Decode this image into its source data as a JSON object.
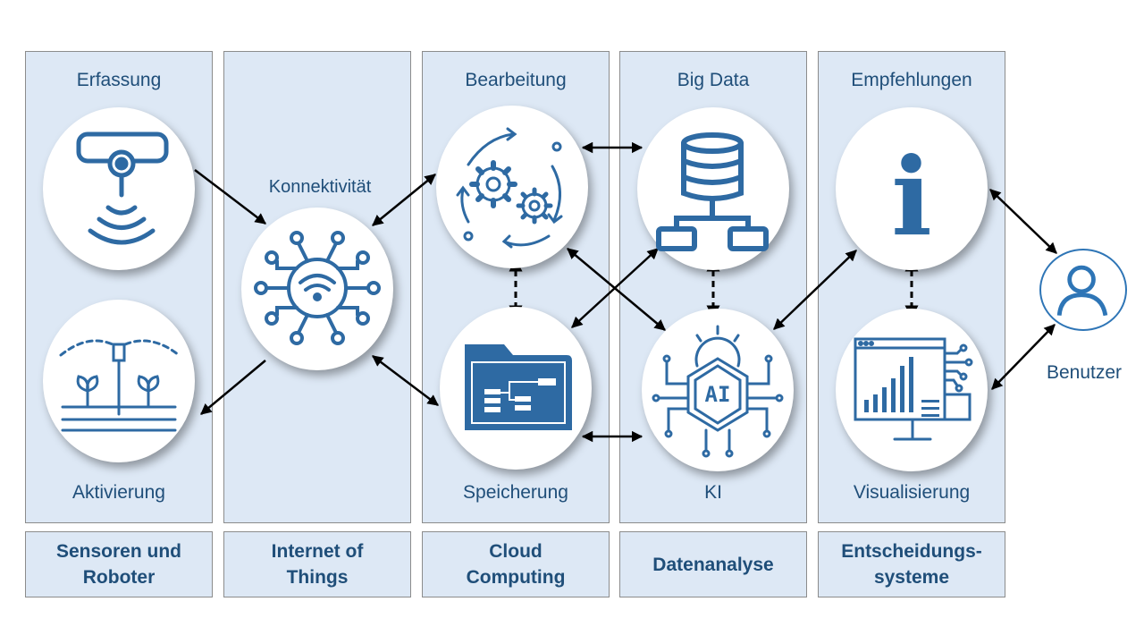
{
  "columns": [
    {
      "footer": "Sensoren und\nRoboter"
    },
    {
      "footer": "Internet of\nThings"
    },
    {
      "footer": "Cloud\nComputing"
    },
    {
      "footer": "Datenanalyse"
    },
    {
      "footer": "Entscheidungs-\nsysteme"
    }
  ],
  "nodes": {
    "erfassung": {
      "label": "Erfassung",
      "icon": "sensor-icon"
    },
    "aktivierung": {
      "label": "Aktivierung",
      "icon": "irrigation-icon"
    },
    "konnektivitaet": {
      "label": "Konnektivität",
      "icon": "iot-network-icon"
    },
    "bearbeitung": {
      "label": "Bearbeitung",
      "icon": "gears-cycle-icon"
    },
    "speicherung": {
      "label": "Speicherung",
      "icon": "folder-icon"
    },
    "bigdata": {
      "label": "Big Data",
      "icon": "database-icon"
    },
    "ki": {
      "label": "KI",
      "icon": "ai-chip-icon"
    },
    "empfehlungen": {
      "label": "Empfehlungen",
      "icon": "info-icon"
    },
    "visualisierung": {
      "label": "Visualisierung",
      "icon": "dashboard-icon"
    },
    "benutzer": {
      "label": "Benutzer",
      "icon": "user-icon"
    }
  },
  "colors": {
    "icon": "#2e6aa3",
    "text": "#1f4e79",
    "panel": "#dde8f5",
    "border": "#8c8c8c"
  }
}
